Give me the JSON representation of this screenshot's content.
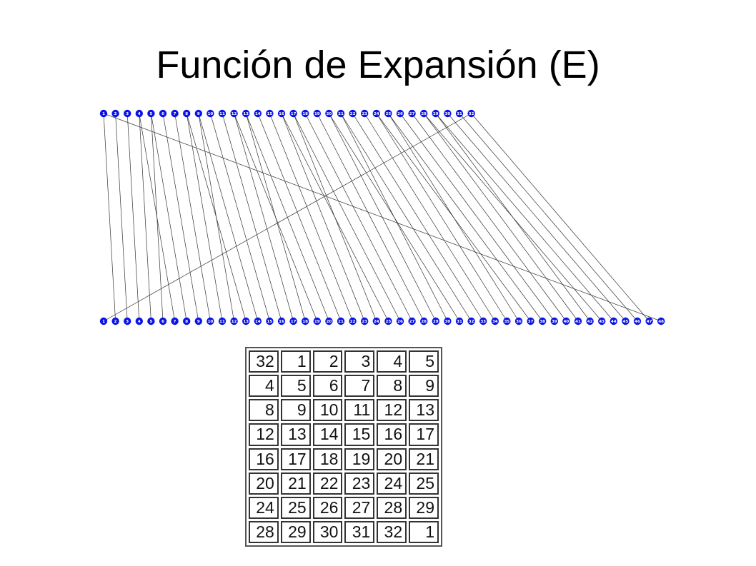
{
  "title": "Función de Expansión (E)",
  "input_bits": [
    "1",
    "2",
    "3",
    "4",
    "5",
    "6",
    "7",
    "8",
    "9",
    "10",
    "11",
    "12",
    "13",
    "14",
    "15",
    "16",
    "17",
    "18",
    "19",
    "20",
    "21",
    "22",
    "23",
    "24",
    "25",
    "26",
    "27",
    "28",
    "29",
    "30",
    "31",
    "32"
  ],
  "output_bits": [
    "1",
    "2",
    "3",
    "4",
    "5",
    "6",
    "7",
    "8",
    "9",
    "10",
    "11",
    "12",
    "13",
    "14",
    "15",
    "16",
    "17",
    "18",
    "19",
    "20",
    "21",
    "22",
    "23",
    "24",
    "25",
    "26",
    "27",
    "28",
    "29",
    "30",
    "31",
    "32",
    "33",
    "34",
    "35",
    "36",
    "37",
    "38",
    "39",
    "40",
    "41",
    "42",
    "43",
    "44",
    "45",
    "46",
    "47",
    "48"
  ],
  "expansion_table": [
    [
      "32",
      "1",
      "2",
      "3",
      "4",
      "5"
    ],
    [
      "4",
      "5",
      "6",
      "7",
      "8",
      "9"
    ],
    [
      "8",
      "9",
      "10",
      "11",
      "12",
      "13"
    ],
    [
      "12",
      "13",
      "14",
      "15",
      "16",
      "17"
    ],
    [
      "16",
      "17",
      "18",
      "19",
      "20",
      "21"
    ],
    [
      "20",
      "21",
      "22",
      "23",
      "24",
      "25"
    ],
    [
      "24",
      "25",
      "26",
      "27",
      "28",
      "29"
    ],
    [
      "28",
      "29",
      "30",
      "31",
      "32",
      "1"
    ]
  ],
  "colors": {
    "node": "#0a14e6",
    "node_text": "#ffffff",
    "line": "#333333"
  }
}
